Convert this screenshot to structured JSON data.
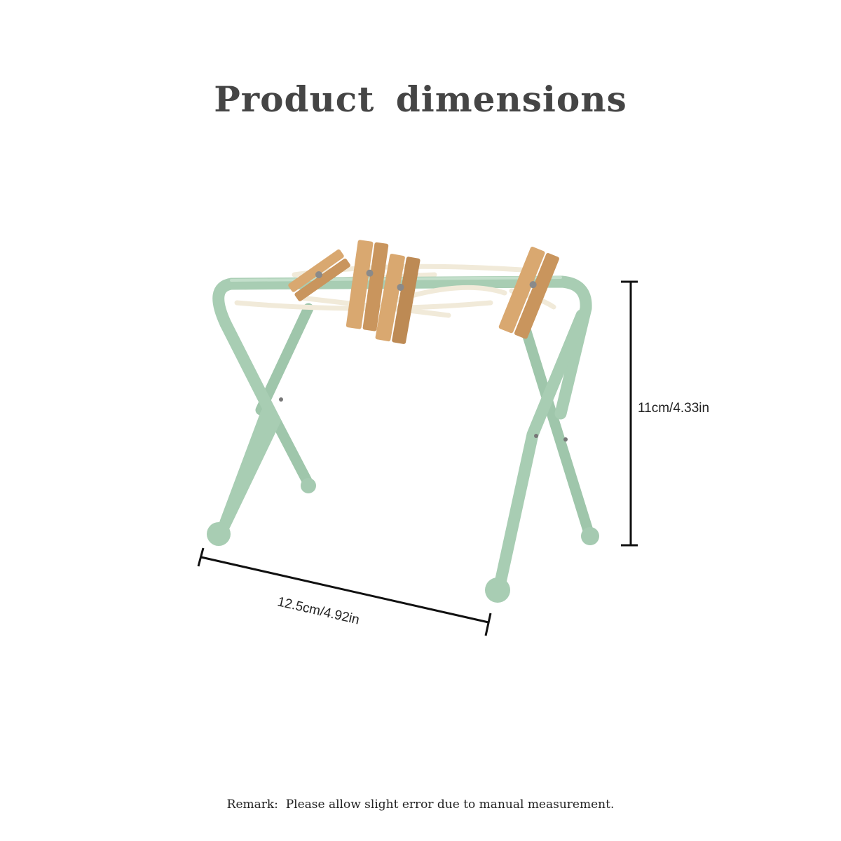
{
  "title": "Product  dimensions",
  "dimensions": {
    "height": "11cm/4.33in",
    "width": "12.5cm/4.92in"
  },
  "remark": "Remark:  Please allow slight error due to manual measurement.",
  "colors": {
    "frame": "#a8cdb3",
    "frame_shadow": "#8fb79c",
    "clothespin": "#d9a870",
    "clothespin_dark": "#b98650",
    "rope": "#f1ead9",
    "dimension_line": "#111111",
    "title": "#454545"
  }
}
